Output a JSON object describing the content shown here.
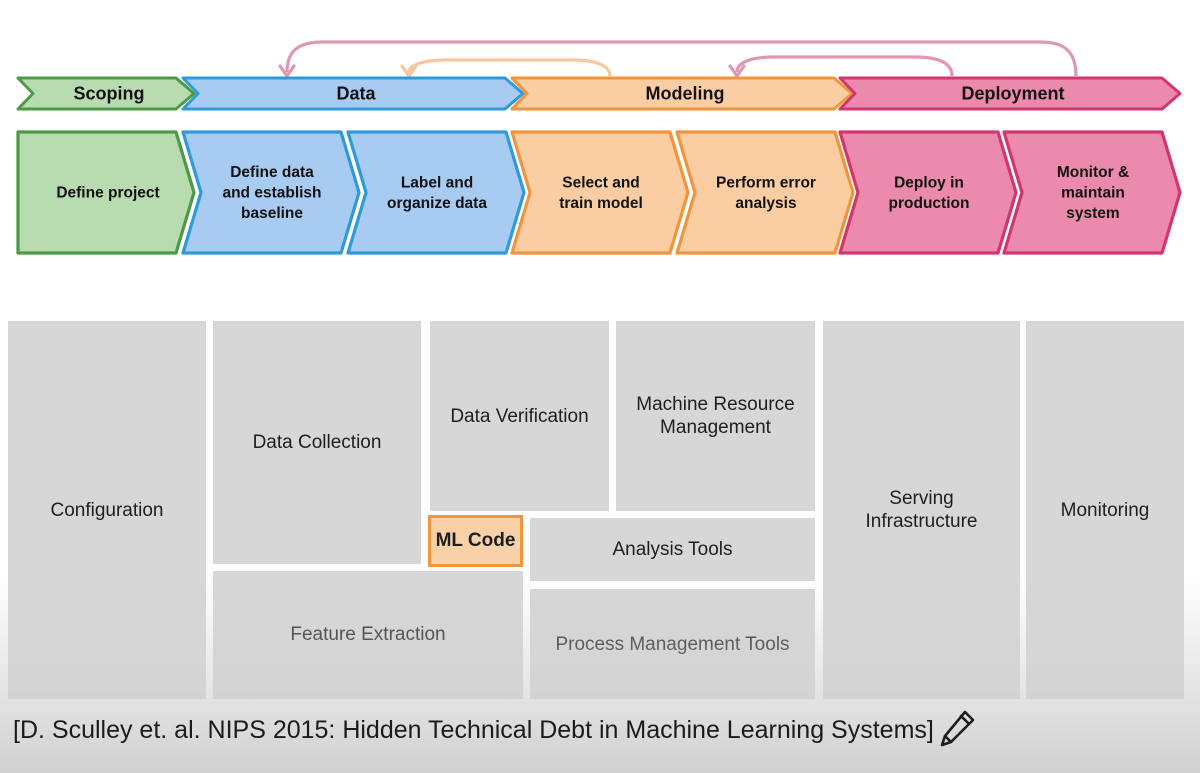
{
  "lifecycle": {
    "phases": [
      {
        "label": "Scoping",
        "fill": "#b8dcb0",
        "stroke": "#4c9a45"
      },
      {
        "label": "Data",
        "fill": "#a8cbf2",
        "stroke": "#2f9ad8"
      },
      {
        "label": "Modeling",
        "fill": "#fbcda2",
        "stroke": "#f0953e"
      },
      {
        "label": "Deployment",
        "fill": "#ec8aae",
        "stroke": "#d1366e"
      }
    ],
    "steps": [
      {
        "lines": [
          "Define project"
        ],
        "phase": 0
      },
      {
        "lines": [
          "Define data",
          "and establish",
          "baseline"
        ],
        "phase": 1
      },
      {
        "lines": [
          "Label and",
          "organize data"
        ],
        "phase": 1
      },
      {
        "lines": [
          "Select and",
          "train model"
        ],
        "phase": 2
      },
      {
        "lines": [
          "Perform error",
          "analysis"
        ],
        "phase": 2
      },
      {
        "lines": [
          "Deploy in",
          "production"
        ],
        "phase": 3
      },
      {
        "lines": [
          "Monitor &",
          "maintain",
          "system"
        ],
        "phase": 3
      }
    ],
    "feedback_arrows": [
      {
        "from": "Deployment",
        "to": "Data",
        "color": "#e096b7"
      },
      {
        "from": "Modeling",
        "to": "Data",
        "color": "#f6c79c"
      },
      {
        "from": "Deployment",
        "to": "Modeling",
        "color": "#e096b7"
      }
    ]
  },
  "system": {
    "configuration": "Configuration",
    "data_collection": "Data Collection",
    "data_verification": "Data Verification",
    "machine_resource_management": "Machine Resource Management",
    "ml_code": "ML Code",
    "analysis_tools": "Analysis Tools",
    "feature_extraction": "Feature Extraction",
    "process_management_tools": "Process Management Tools",
    "serving_infrastructure": "Serving Infrastructure",
    "monitoring": "Monitoring"
  },
  "caption": "[D. Sculley et. al. NIPS 2015: Hidden Technical Debt in Machine Learning Systems]",
  "icons": {
    "annotate": "pencil-icon"
  }
}
